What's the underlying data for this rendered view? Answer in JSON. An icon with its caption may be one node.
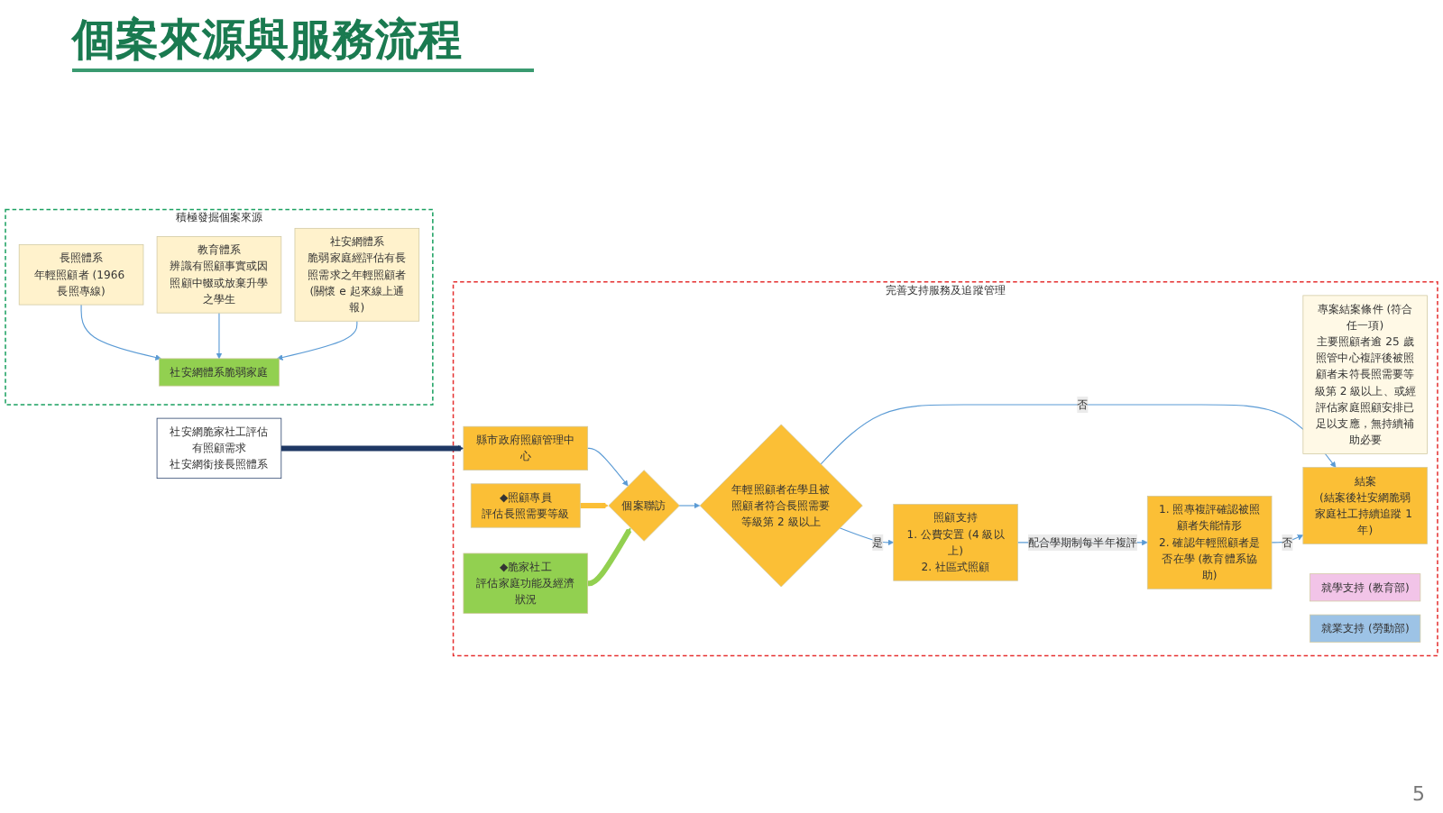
{
  "diagram": {
    "title": "個案來源與服務流程",
    "nodes": [
      {
        "text": [
          "積極發掘個案來源"
        ]
      },
      {
        "text": [
          "長照體系",
          "年輕照顧者 (1966 長照專線)"
        ],
        "in": 0
      },
      {
        "text": [
          "教育體系",
          "辨識有照顧事實或因照顧中輟或放棄升學之學生"
        ],
        "in": 0
      },
      {
        "text": [
          "社安網體系",
          "脆弱家庭經評估有長照需求之年輕照顧者",
          "(關懷 e 起來線上通報)"
        ],
        "in": 0
      },
      {
        "text": [
          "社安網體系脆弱家庭"
        ],
        "in": 0
      },
      {
        "text": [
          "社安網脆家社工評估有照顧需求",
          "社安網銜接長照體系"
        ]
      },
      {
        "text": [
          "完善支持服務及追蹤管理"
        ]
      },
      {
        "text": [
          "縣市政府照顧管理中心"
        ],
        "in": 6
      },
      {
        "text": [
          "◆照顧專員",
          "評估長照需要等級"
        ],
        "in": 6
      },
      {
        "text": [
          "個案聯訪"
        ],
        "in": 6
      },
      {
        "text": [
          "◆脆家社工",
          "評估家庭功能及經濟狀況"
        ],
        "in": 6
      },
      {
        "text": [
          "年輕照顧者在學且被照顧者符合長照需要等級第 2 級以上"
        ],
        "in": 6
      },
      {
        "text": [
          "專案結案條件 (符合任一項)",
          "主要照顧者逾 25 歲",
          "照管中心複評後被照顧者未符長照需要等級第 2 級以上、或經評估家庭照顧安排已足以支應，無持續補助必要"
        ],
        "in": 6
      },
      {
        "text": [
          "結案",
          "(結案後社安網脆弱家庭社工持續追蹤 1 年)"
        ],
        "in": 6
      },
      {
        "text": [
          "照顧支持",
          "1. 公費安置 (4 級以上)",
          "2. 社區式照顧"
        ],
        "in": 6
      },
      {
        "text": [
          "就學支持 (教育部)"
        ],
        "in": 6
      },
      {
        "text": [
          "就業支持 (勞動部)"
        ],
        "in": 6
      },
      {
        "text": [
          "1. 照專複評確認被照顧者失能情形",
          "2. 確認年輕照顧者是否在學 (教育體系協助)"
        ],
        "in": 6
      }
    ],
    "edges": [
      {
        "from": 1,
        "to": 4,
        "arrow": "to"
      },
      {
        "from": 2,
        "to": 4,
        "arrow": "to"
      },
      {
        "from": 3,
        "to": 4,
        "arrow": "to"
      },
      {
        "from": 5,
        "to": 7,
        "arrow": "to",
        "style": "thick",
        "color": "#1f3864"
      },
      {
        "from": 7,
        "to": 9,
        "arrow": "to"
      },
      {
        "from": 8,
        "to": 9,
        "arrow": "to",
        "style": "thick",
        "color": "#fbbf36"
      },
      {
        "from": 10,
        "to": 9,
        "arrow": "to",
        "style": "thick",
        "color": "#92d050"
      },
      {
        "from": 9,
        "to": 11,
        "arrow": "to"
      },
      {
        "from": 11,
        "to": 13,
        "arrow": "to",
        "label": "否"
      },
      {
        "from": 11,
        "to": 14,
        "arrow": "to",
        "label": "是"
      },
      {
        "from": 14,
        "to": 17,
        "arrow": "to",
        "label": "配合學期制每半年複評"
      },
      {
        "from": 17,
        "to": 13,
        "arrow": "to",
        "label": "否"
      }
    ],
    "labels": [
      "5"
    ]
  }
}
